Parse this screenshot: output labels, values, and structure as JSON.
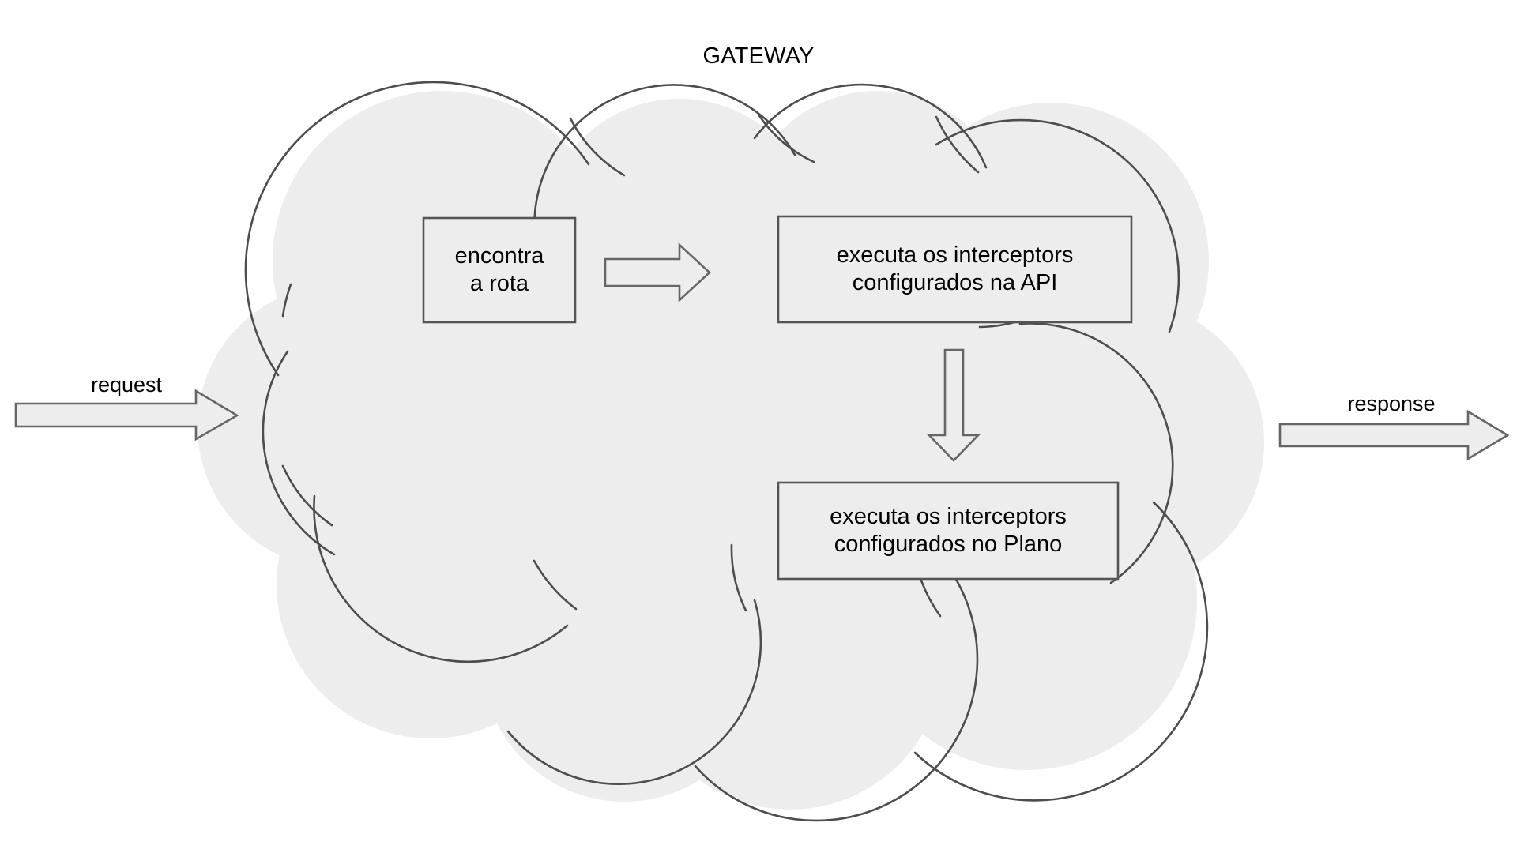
{
  "diagram": {
    "title": "GATEWAY",
    "colors": {
      "cloud_fill": "#ededed",
      "cloud_stroke": "#4d4d4d",
      "node_fill": "#ededed",
      "node_stroke": "#555555",
      "arrow_fill": "#ededed",
      "arrow_stroke": "#666666",
      "text": "#000000",
      "background": "#ffffff"
    },
    "container": {
      "shape": "cloud",
      "label": "GATEWAY"
    },
    "nodes": [
      {
        "id": "find-route",
        "lines": [
          "encontra",
          "a rota"
        ],
        "text": "encontra a rota"
      },
      {
        "id": "api-interceptors",
        "lines": [
          "executa os interceptors",
          "configurados na API"
        ],
        "text": "executa os interceptors configurados na API"
      },
      {
        "id": "plan-interceptors",
        "lines": [
          "executa os interceptors",
          "configurados no Plano"
        ],
        "text": "executa os interceptors configurados no Plano"
      }
    ],
    "edges": [
      {
        "id": "route-to-api",
        "from": "find-route",
        "to": "api-interceptors",
        "direction": "right",
        "label": ""
      },
      {
        "id": "api-to-plan",
        "from": "api-interceptors",
        "to": "plan-interceptors",
        "direction": "down",
        "label": ""
      }
    ],
    "io_arrows": [
      {
        "id": "request",
        "label": "request",
        "direction": "right",
        "side": "left"
      },
      {
        "id": "response",
        "label": "response",
        "direction": "right",
        "side": "right"
      }
    ]
  }
}
